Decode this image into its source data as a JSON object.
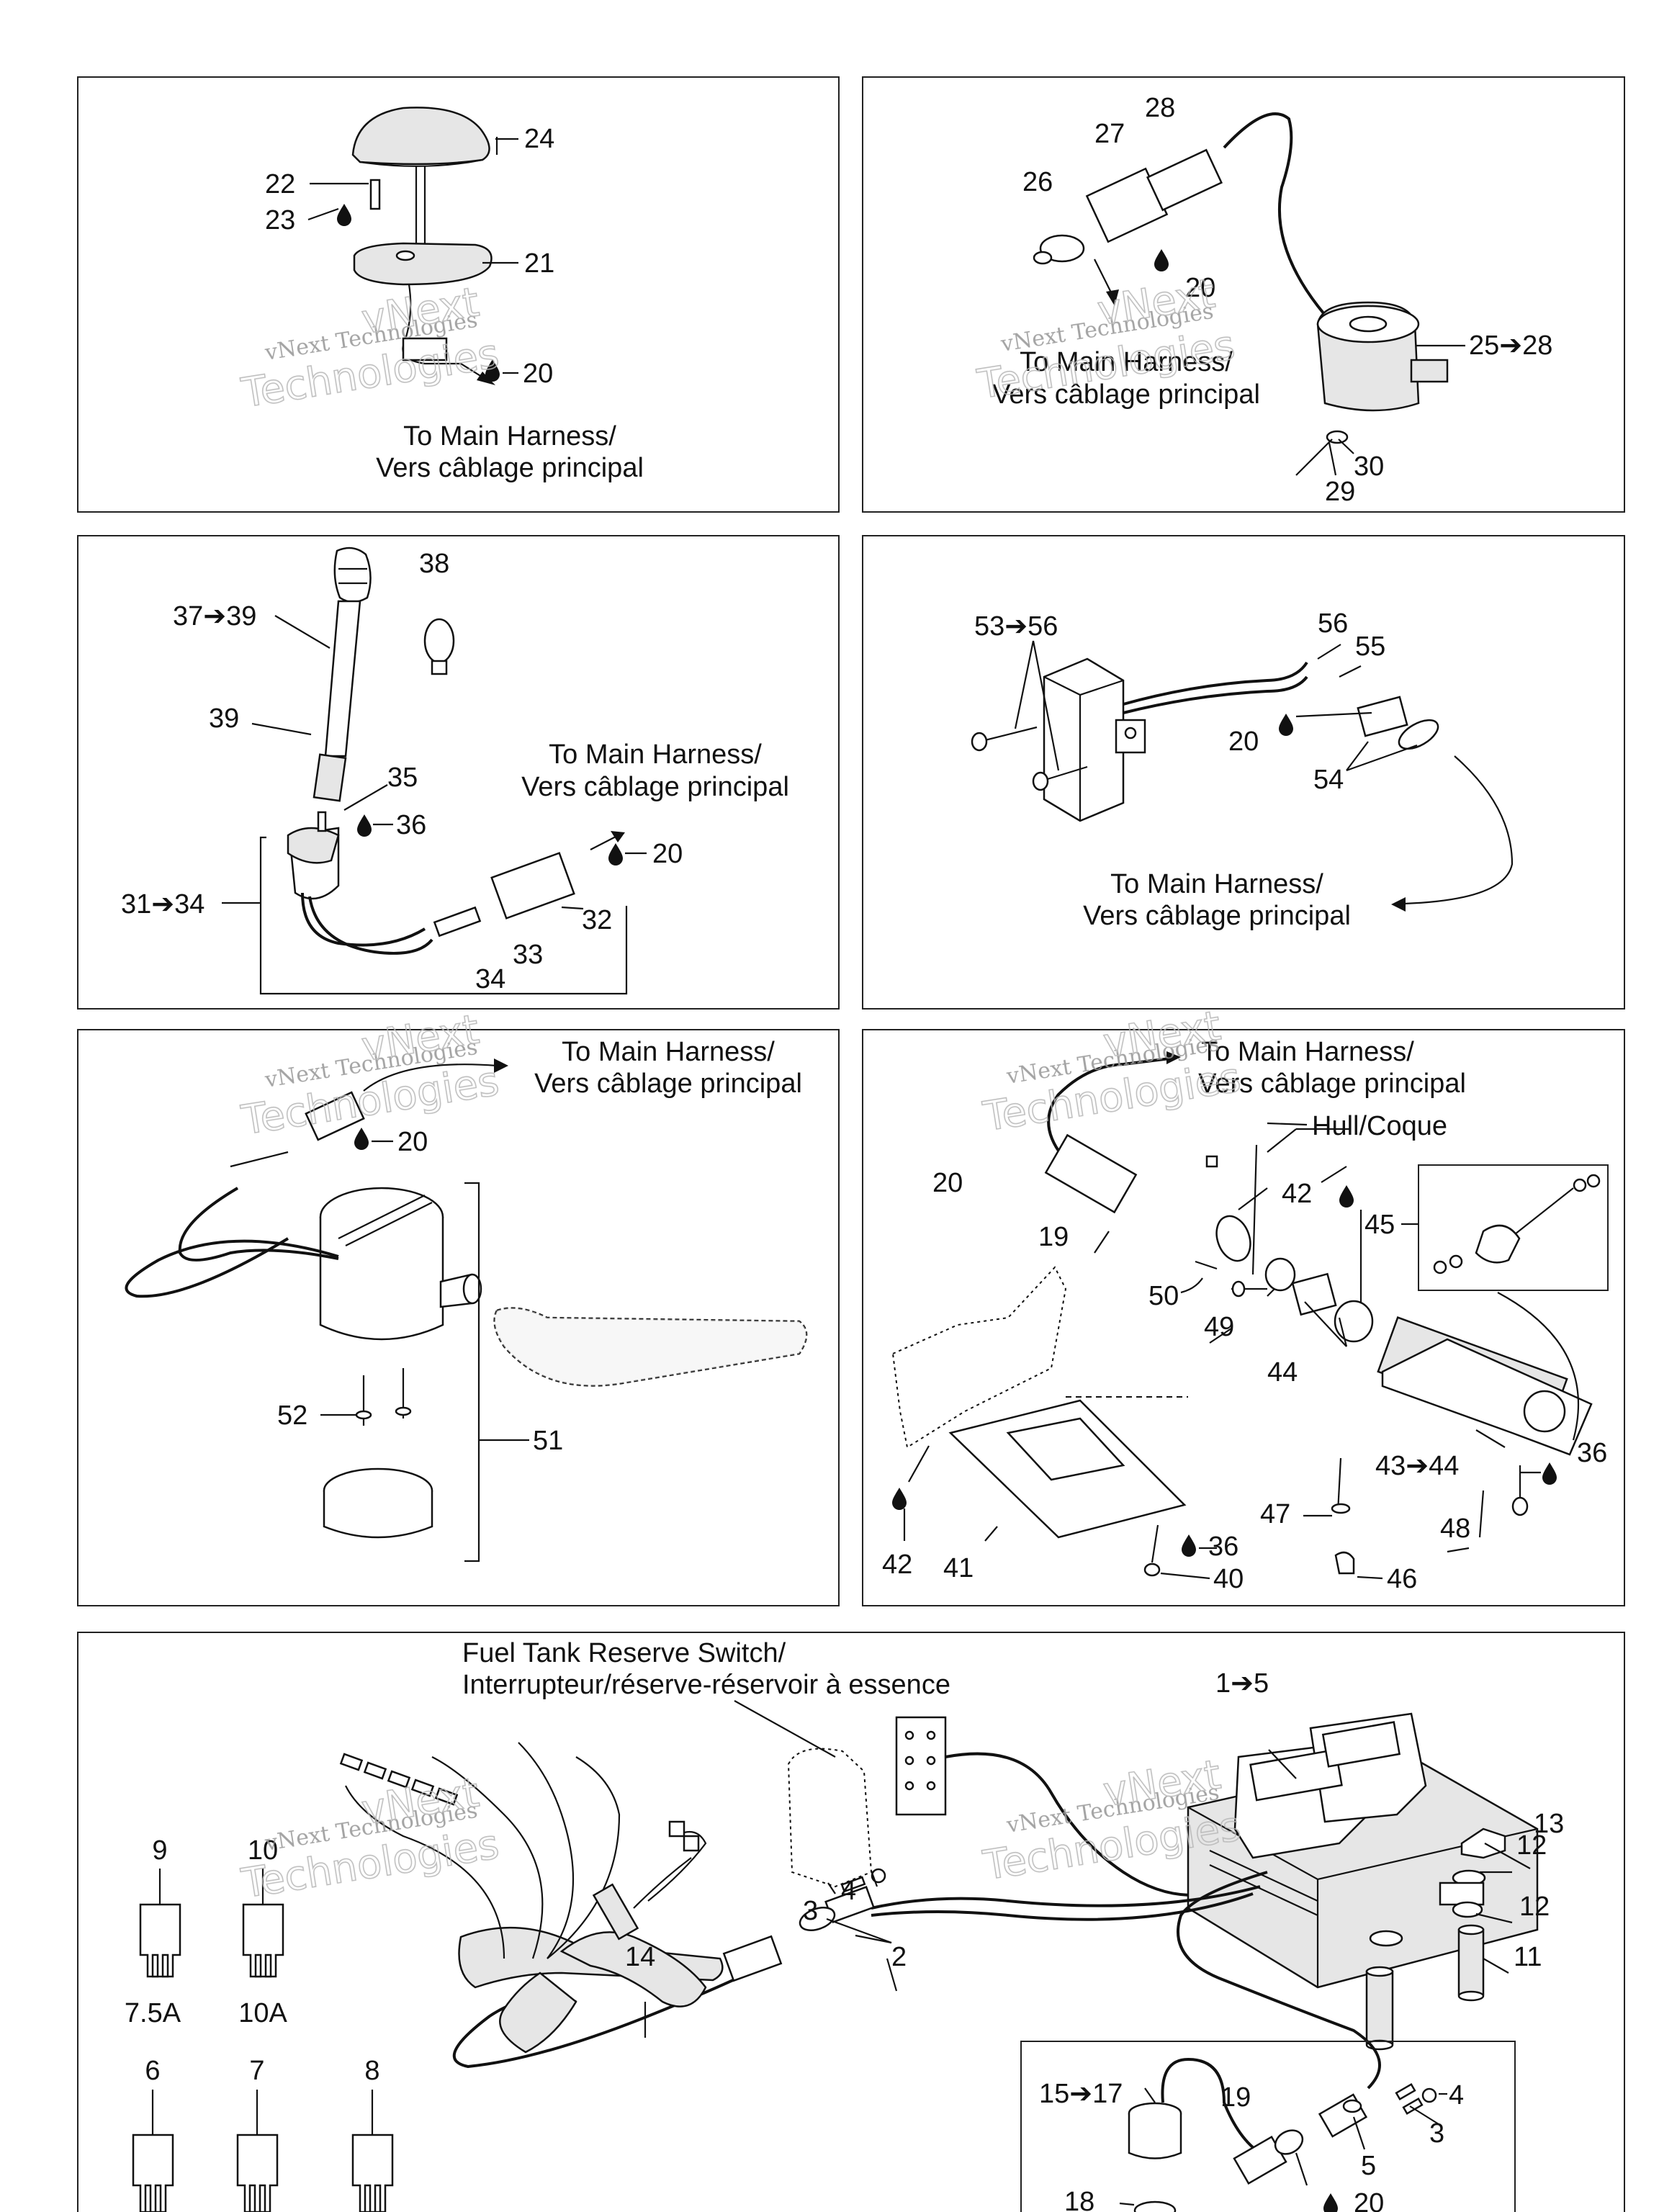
{
  "panels": {
    "p1": {
      "labels": [
        "24",
        "22",
        "23",
        "21",
        "20"
      ],
      "caption": [
        "To Main Harness/",
        "Vers câblage principal"
      ]
    },
    "p2": {
      "labels": [
        "28",
        "27",
        "26",
        "20",
        "25➔28",
        "30",
        "29"
      ],
      "caption": [
        "To Main Harness/",
        "Vers câblage principal"
      ]
    },
    "p3": {
      "labels": [
        "38",
        "37➔39",
        "39",
        "35",
        "36",
        "31➔34",
        "20",
        "32",
        "33",
        "34"
      ],
      "caption": [
        "To Main Harness/",
        "Vers câblage principal"
      ]
    },
    "p4": {
      "labels": [
        "53➔56",
        "56",
        "55",
        "20",
        "54"
      ],
      "caption": [
        "To Main Harness/",
        "Vers câblage principal"
      ]
    },
    "p5": {
      "labels": [
        "20",
        "52",
        "51"
      ],
      "caption": [
        "To Main Harness/",
        "Vers câblage principal"
      ]
    },
    "p6": {
      "labels": [
        "42",
        "45",
        "20",
        "19",
        "50",
        "49",
        "44",
        "43➔44",
        "36",
        "47",
        "48",
        "42",
        "41",
        "36",
        "40",
        "46"
      ],
      "caption": [
        "To Main Harness/",
        "Vers câblage principal"
      ],
      "hull": "Hull/Coque"
    },
    "p7": {
      "title": [
        "Fuel Tank Reserve Switch/",
        "Interrupteur/réserve-réservoir à essence"
      ],
      "labels": [
        "1➔5",
        "13",
        "12",
        "12",
        "11",
        "3",
        "4",
        "2",
        "14",
        "15➔17",
        "19",
        "4",
        "3",
        "5",
        "18",
        "20"
      ],
      "fuses": [
        {
          "num": "9",
          "rating": "7.5A"
        },
        {
          "num": "10",
          "rating": "10A"
        },
        {
          "num": "6",
          "rating": ""
        },
        {
          "num": "7",
          "rating": ""
        },
        {
          "num": "8",
          "rating": ""
        }
      ]
    }
  },
  "watermark": {
    "line1": "vNext Technologies",
    "line2": "vNext",
    "line3": "Technologies"
  }
}
